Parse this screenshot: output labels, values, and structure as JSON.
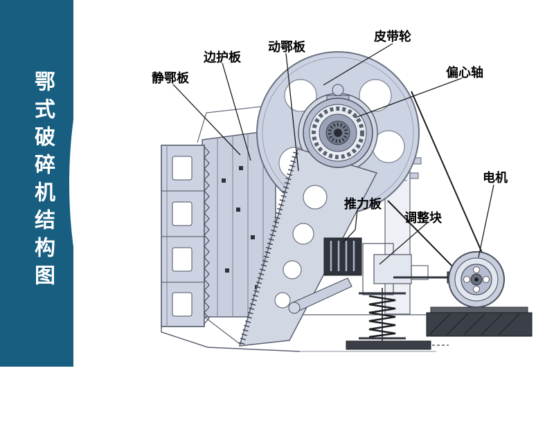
{
  "sidebar": {
    "title": "鄂式破碎机结构图",
    "bg_color": "#175e80",
    "text_color": "#ffffff"
  },
  "diagram": {
    "labels": [
      {
        "id": "static-jaw-plate",
        "text": "静鄂板"
      },
      {
        "id": "side-guard-plate",
        "text": "边护板"
      },
      {
        "id": "movable-jaw-plate",
        "text": "动鄂板"
      },
      {
        "id": "belt-pulley",
        "text": "皮带轮"
      },
      {
        "id": "eccentric-shaft",
        "text": "偏心轴"
      },
      {
        "id": "motor",
        "text": "电机"
      },
      {
        "id": "thrust-plate",
        "text": "推力板"
      },
      {
        "id": "adjustment-block",
        "text": "调整块"
      }
    ],
    "colors": {
      "part_fill": "#ccd3e2",
      "part_fill_light": "#e9ecf3",
      "part_fill_mid": "#b7bed2",
      "outline": "#5a6170",
      "dark_metal": "#3a3e46",
      "label_text": "#000000"
    }
  }
}
